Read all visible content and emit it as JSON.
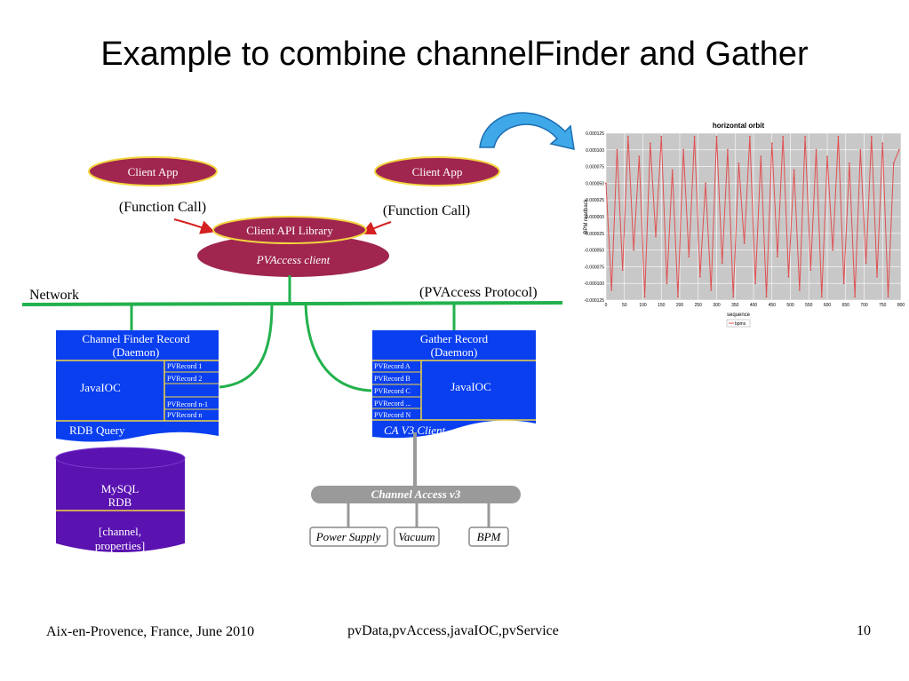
{
  "slide": {
    "title": "Example to combine channelFinder and Gather",
    "page_number": "10"
  },
  "footer": {
    "left": "Aix-en-Provence, France, June 2010",
    "center": "pvData,pvAccess,javaIOC,pvService"
  },
  "diagram": {
    "client_app_left": "Client App",
    "client_app_right": "Client App",
    "function_call_left": "(Function Call)",
    "function_call_right": "(Function Call)",
    "client_api_library": "Client API Library",
    "pvaccess_client": "PVAccess client",
    "network_label": "Network",
    "protocol_label": "(PVAccess Protocol)",
    "channel_finder": {
      "title_line1": "Channel Finder Record",
      "title_line2": "(Daemon)",
      "ioc_label": "JavaIOC",
      "records": [
        "PVRecord 1",
        "PVRecord 2",
        "",
        "PVRecord n-1",
        "PVRecord n"
      ],
      "footer_label": "RDB Query"
    },
    "gather": {
      "title_line1": "Gather Record",
      "title_line2": "(Daemon)",
      "ioc_label": "JavaIOC",
      "records": [
        "PVRecord A",
        "PVRecord B",
        "PVRecord C",
        "PVRecord ...",
        "PVRecord N"
      ],
      "footer_label": "CA V3 Client"
    },
    "mysql": {
      "line1": "MySQL",
      "line2": "RDB",
      "line3": "[channel,",
      "line4": "properties]"
    },
    "channel_access": "Channel Access v3",
    "devices": [
      "Power Supply",
      "Vacuum",
      "BPM"
    ],
    "colors": {
      "ellipse_fill": "#a0264f",
      "record_fill": "#0a3ff0",
      "db_fill": "#5a12b0",
      "network_line": "#22b14c",
      "divider": "#f2d640",
      "arrow_fill": "#3fa8e8"
    }
  },
  "chart_data": {
    "type": "line",
    "title": "horizontal orbit",
    "xlabel": "sequence",
    "ylabel": "BPM readback",
    "xlim": [
      0,
      800
    ],
    "ylim": [
      -0.000125,
      0.000125
    ],
    "x_ticks": [
      "0",
      "50",
      "100",
      "150",
      "200",
      "250",
      "300",
      "350",
      "400",
      "450",
      "500",
      "550",
      "600",
      "650",
      "700",
      "750",
      "800"
    ],
    "y_ticks": [
      "0.000125",
      "0.000100",
      "0.000075",
      "0.000050",
      "0.000025",
      "0.000000",
      "-0.000025",
      "-0.000050",
      "-0.000075",
      "-0.000100",
      "-0.000125"
    ],
    "series": [
      {
        "name": "bpms",
        "color": "#e05050",
        "x": [
          0,
          15,
          30,
          45,
          60,
          75,
          90,
          105,
          120,
          135,
          150,
          165,
          180,
          195,
          210,
          225,
          240,
          255,
          270,
          285,
          300,
          315,
          330,
          345,
          360,
          375,
          390,
          405,
          420,
          435,
          450,
          465,
          480,
          495,
          510,
          525,
          540,
          555,
          570,
          585,
          600,
          615,
          630,
          645,
          660,
          675,
          690,
          705,
          720,
          735,
          750,
          765,
          780,
          795
        ],
        "values": [
          5e-05,
          -0.00011,
          0.0001,
          -8e-05,
          0.00012,
          -5e-05,
          9e-05,
          -0.00012,
          0.00011,
          -3e-05,
          0.00012,
          -0.0001,
          7e-05,
          -0.00012,
          0.0001,
          -6e-05,
          0.00012,
          -9e-05,
          5e-05,
          -0.00011,
          0.00012,
          -7e-05,
          0.0001,
          -0.00012,
          8e-05,
          -4e-05,
          0.00012,
          -0.0001,
          9e-05,
          -0.00012,
          0.00011,
          -6e-05,
          0.00012,
          -9e-05,
          7e-05,
          -0.00011,
          0.00012,
          -8e-05,
          0.0001,
          -0.00012,
          9e-05,
          -5e-05,
          0.00012,
          -0.0001,
          8e-05,
          -0.00012,
          0.0001,
          -7e-05,
          0.00012,
          -9e-05,
          0.00011,
          -0.00012,
          8e-05,
          0.0001
        ]
      }
    ],
    "legend": "bottom",
    "grid": true
  }
}
